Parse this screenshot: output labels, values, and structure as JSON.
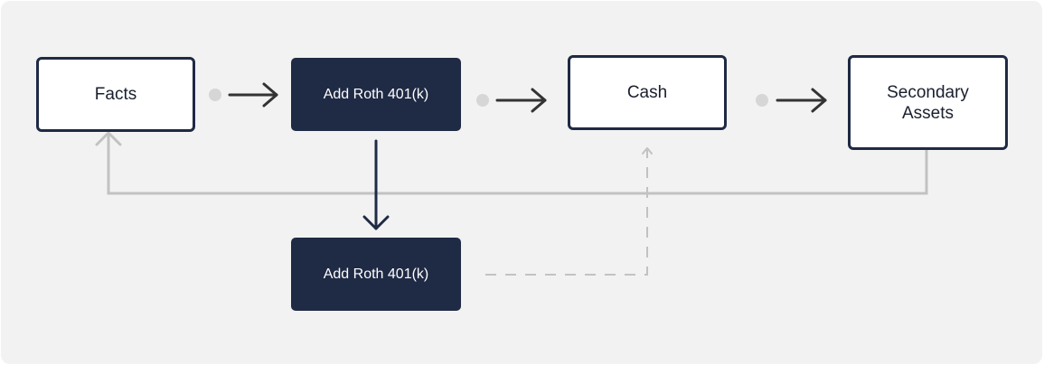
{
  "nodes": {
    "facts": {
      "label": "Facts"
    },
    "roth_primary": {
      "label": "Add Roth 401(k)"
    },
    "cash": {
      "label": "Cash"
    },
    "secondary_assets": {
      "label": "Secondary Assets"
    },
    "roth_secondary": {
      "label": "Add Roth 401(k)"
    }
  },
  "colors": {
    "background": "#f2f2f2",
    "node_dark": "#1f2a44",
    "node_border": "#1f2a44",
    "arrow_dark": "#333333",
    "feedback_line": "#c2c2c2",
    "dashed_line": "#c2c2c2",
    "connector_dot": "#d6d6d6"
  }
}
